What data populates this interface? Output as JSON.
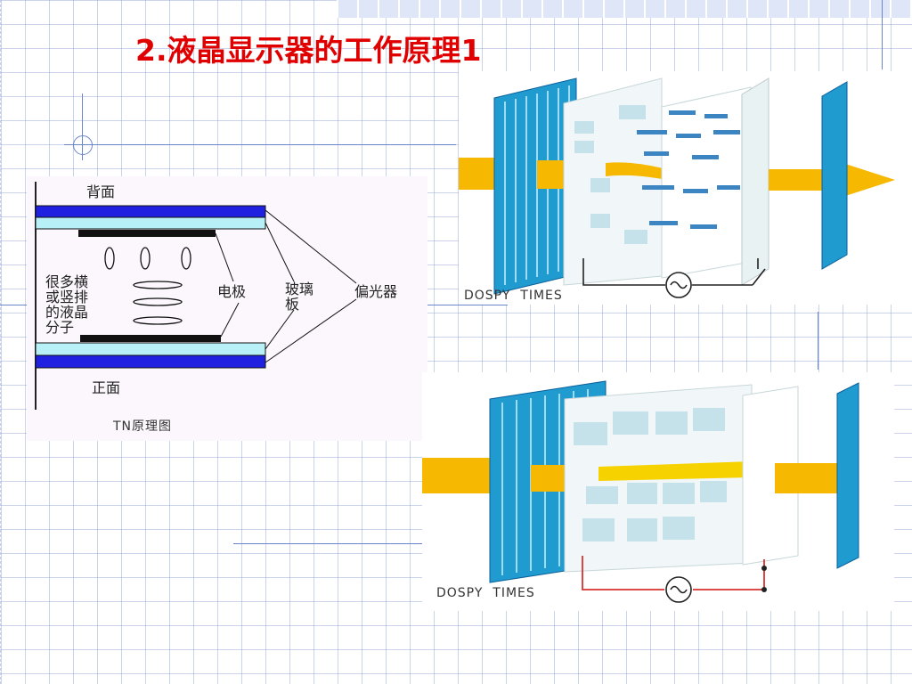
{
  "slide": {
    "title": "2.液晶显示器的工作原理1"
  },
  "tn_diagram": {
    "label_back": "背面",
    "label_front": "正面",
    "label_molecules": [
      "很多横",
      "或竖排",
      "的液晶",
      "分子"
    ],
    "label_electrode": "电极",
    "label_glass": [
      "玻璃",
      "板"
    ],
    "label_polarizer": "偏光器",
    "caption": "TN原理图"
  },
  "illustration_top": {
    "watermark": "DOSPY  TIMES",
    "state": "light passes (no voltage)"
  },
  "illustration_bottom": {
    "watermark": "DOSPY  TIMES",
    "state": "light blocked (voltage applied)"
  },
  "colors": {
    "title": "#e00000",
    "polarizer_blue": "#1f9bd0",
    "light_beam": "#f5b400",
    "glass_dark": "#2020e0",
    "glass_light": "#b8f0f8"
  }
}
